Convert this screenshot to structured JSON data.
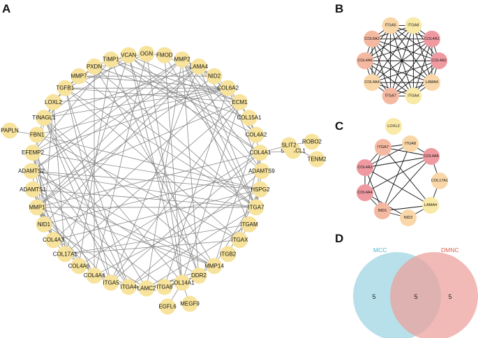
{
  "panels": {
    "a": {
      "letter": "A"
    },
    "b": {
      "letter": "B"
    },
    "c": {
      "letter": "C"
    },
    "d": {
      "letter": "D"
    }
  },
  "colors": {
    "node_yellow": "#f7e39c",
    "edge_gray": "#8a8a8a",
    "edge_black": "#111111",
    "rank_high": "#ef9aa0",
    "rank_mid": "#f5b8a0",
    "rank_low": "#f9d7a8",
    "rank_lowest": "#faeaa8",
    "venn_left": "#9fd6e3",
    "venn_right": "#eba09a",
    "venn_left_text": "#4bb3cf",
    "venn_right_text": "#d95f4e"
  },
  "network_a": {
    "ring_nodes": [
      "OGN",
      "FMOD",
      "MMP2",
      "LAMA4",
      "NID2",
      "COL6A2",
      "ECM1",
      "COL15A1",
      "COL4A2",
      "COL4A1",
      "ADAMTS9",
      "HSPG2",
      "ITGA7",
      "ITGAM",
      "ITGAX",
      "ITGB2",
      "MMP14",
      "DDR2",
      "COL14A1",
      "ITGA8",
      "LAMC2",
      "ITGA4",
      "ITGA5",
      "COL4A4",
      "COL4A6",
      "COL17A1",
      "COL4A3",
      "NID1",
      "MMP1",
      "ADAMTS1",
      "ADAMTS2",
      "EFEMP2",
      "FBN1",
      "TINAGL1",
      "LOXL2",
      "TGFB1",
      "MMP7",
      "PXDN",
      "TIMP1",
      "VCAN"
    ],
    "outer_nodes": [
      "PAPLN",
      "SPARCL1",
      "SLIT2",
      "ROBO2",
      "TENM2",
      "EGFL6",
      "MEGF9"
    ],
    "outer_edges": [
      [
        "PAPLN",
        "FBN1"
      ],
      [
        "SPARCL1",
        "COL4A1"
      ],
      [
        "SLIT2",
        "COL4A1"
      ],
      [
        "SLIT2",
        "ROBO2"
      ],
      [
        "SLIT2",
        "TENM2"
      ],
      [
        "EGFL6",
        "COL14A1"
      ],
      [
        "MEGF9",
        "COL14A1"
      ]
    ]
  },
  "network_b": {
    "nodes": [
      {
        "name": "ITGA8",
        "rank": "lowest"
      },
      {
        "name": "COL4A1",
        "rank": "high"
      },
      {
        "name": "COL4A2",
        "rank": "high"
      },
      {
        "name": "LAMA4",
        "rank": "low"
      },
      {
        "name": "ITGA4",
        "rank": "lowest"
      },
      {
        "name": "ITGA7",
        "rank": "mid"
      },
      {
        "name": "COL4A4",
        "rank": "low"
      },
      {
        "name": "COL4A6",
        "rank": "mid"
      },
      {
        "name": "COL6A2",
        "rank": "mid"
      },
      {
        "name": "ITGA5",
        "rank": "low"
      }
    ]
  },
  "network_c": {
    "nodes": [
      {
        "name": "LOXL2",
        "rank": "lowest"
      },
      {
        "name": "ITGA8",
        "rank": "low"
      },
      {
        "name": "COL4A6",
        "rank": "high"
      },
      {
        "name": "COL17A1",
        "rank": "low"
      },
      {
        "name": "LAMA4",
        "rank": "lowest"
      },
      {
        "name": "NID2",
        "rank": "low"
      },
      {
        "name": "NID1",
        "rank": "mid"
      },
      {
        "name": "COL4A4",
        "rank": "high"
      },
      {
        "name": "COL4A3",
        "rank": "high"
      },
      {
        "name": "ITGA7",
        "rank": "mid"
      }
    ],
    "edges": [
      [
        "ITGA7",
        "ITGA8"
      ],
      [
        "ITGA7",
        "COL4A6"
      ],
      [
        "ITGA7",
        "COL4A3"
      ],
      [
        "ITGA7",
        "COL4A4"
      ],
      [
        "ITGA7",
        "LAMA4"
      ],
      [
        "ITGA8",
        "COL4A6"
      ],
      [
        "ITGA8",
        "COL4A3"
      ],
      [
        "ITGA8",
        "NID1"
      ],
      [
        "COL4A6",
        "COL17A1"
      ],
      [
        "COL4A6",
        "COL4A3"
      ],
      [
        "COL4A6",
        "COL4A4"
      ],
      [
        "COL4A6",
        "NID1"
      ],
      [
        "COL4A3",
        "COL4A4"
      ],
      [
        "COL4A3",
        "NID1"
      ],
      [
        "COL4A3",
        "LAMA4"
      ],
      [
        "COL4A4",
        "NID1"
      ],
      [
        "COL4A4",
        "NID2"
      ],
      [
        "NID1",
        "LAMA4"
      ],
      [
        "NID1",
        "NID2"
      ],
      [
        "NID2",
        "LAMA4"
      ],
      [
        "COL17A1",
        "LAMA4"
      ]
    ]
  },
  "venn": {
    "left_label": "MCC",
    "right_label": "DMNC",
    "left_only": "5",
    "overlap": "5",
    "right_only": "5"
  }
}
